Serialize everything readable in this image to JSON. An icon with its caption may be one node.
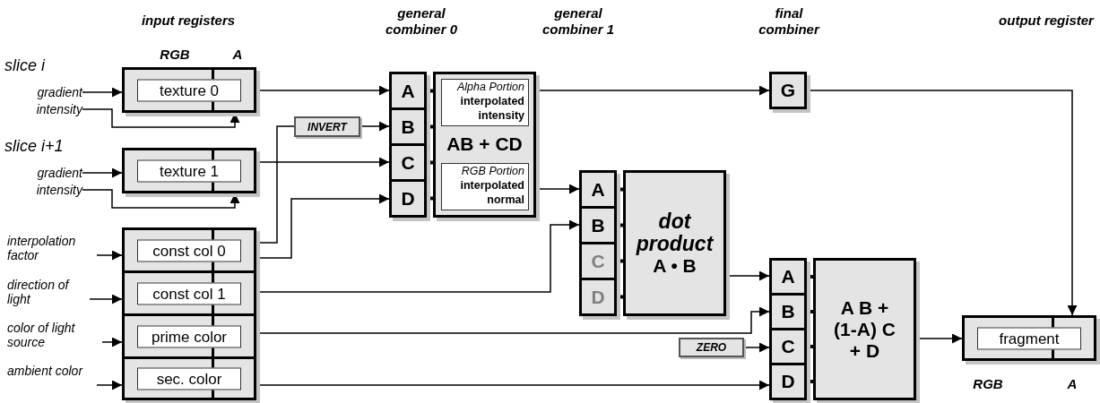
{
  "diagram": {
    "nodes": [
      {
        "text": [
          "gradient"
        ]
      },
      {
        "text": [
          "intensity"
        ]
      },
      {
        "text": [
          "gradient"
        ]
      },
      {
        "text": [
          "intensity"
        ]
      },
      {
        "text": [
          "interpolation factor"
        ]
      },
      {
        "text": [
          "direction of light"
        ]
      },
      {
        "text": [
          "color of light source"
        ]
      },
      {
        "text": [
          "ambient color"
        ]
      },
      {
        "text": [
          "texture 0"
        ]
      },
      {
        "text": [
          "texture 1"
        ]
      },
      {
        "text": [
          "const col 0"
        ]
      },
      {
        "text": [
          "const col 1"
        ]
      },
      {
        "text": [
          "prime color"
        ]
      },
      {
        "text": [
          "sec. color"
        ]
      },
      {
        "text": [
          "INVERT"
        ]
      },
      {
        "text": [
          "A"
        ]
      },
      {
        "text": [
          "B"
        ]
      },
      {
        "text": [
          "C"
        ]
      },
      {
        "text": [
          "D"
        ]
      },
      {
        "text": [
          "AB + CD"
        ]
      },
      {
        "text": [
          "Alpha Portion",
          "interpolated intensity"
        ],
        "in": 19
      },
      {
        "text": [
          "RGB Portion",
          "interpolated normal"
        ],
        "in": 19
      },
      {
        "text": [
          "G"
        ]
      },
      {
        "text": [
          "A"
        ]
      },
      {
        "text": [
          "B"
        ]
      },
      {
        "text": [
          "C"
        ]
      },
      {
        "text": [
          "D"
        ]
      },
      {
        "text": [
          "dot product",
          "A • B"
        ]
      },
      {
        "text": [
          "ZERO"
        ]
      },
      {
        "text": [
          "A"
        ]
      },
      {
        "text": [
          "B"
        ]
      },
      {
        "text": [
          "C"
        ]
      },
      {
        "text": [
          "D"
        ]
      },
      {
        "text": [
          "A B + (1-A) C + D"
        ]
      },
      {
        "text": [
          "fragment"
        ]
      }
    ],
    "edges": [
      {
        "from": 0,
        "to": 8,
        "arrow": "to"
      },
      {
        "from": 1,
        "to": 8,
        "arrow": "to"
      },
      {
        "from": 2,
        "to": 9,
        "arrow": "to"
      },
      {
        "from": 3,
        "to": 9,
        "arrow": "to"
      },
      {
        "from": 4,
        "to": 10,
        "arrow": "to"
      },
      {
        "from": 5,
        "to": 11,
        "arrow": "to"
      },
      {
        "from": 6,
        "to": 12,
        "arrow": "to"
      },
      {
        "from": 7,
        "to": 13,
        "arrow": "to"
      },
      {
        "from": 8,
        "to": 15,
        "arrow": "to"
      },
      {
        "from": 10,
        "to": 14,
        "arrow": "none"
      },
      {
        "from": 14,
        "to": 16,
        "arrow": "to"
      },
      {
        "from": 9,
        "to": 17,
        "arrow": "to"
      },
      {
        "from": 10,
        "to": 18,
        "arrow": "to"
      },
      {
        "from": 11,
        "to": 24,
        "arrow": "to"
      },
      {
        "from": 12,
        "to": 30,
        "arrow": "to"
      },
      {
        "from": 28,
        "to": 31,
        "arrow": "to"
      },
      {
        "from": 13,
        "to": 32,
        "arrow": "to"
      },
      {
        "from": 20,
        "to": 22,
        "arrow": "to"
      },
      {
        "from": 21,
        "to": 23,
        "arrow": "to"
      },
      {
        "from": 27,
        "to": 29,
        "arrow": "to"
      },
      {
        "from": 33,
        "to": 34,
        "arrow": "to"
      },
      {
        "from": 22,
        "to": 34,
        "arrow": "to"
      },
      {
        "from": 15,
        "to": 19,
        "arrow": "none",
        "style": "thick"
      },
      {
        "from": 16,
        "to": 19,
        "arrow": "none",
        "style": "thick"
      },
      {
        "from": 17,
        "to": 19,
        "arrow": "none",
        "style": "thick"
      },
      {
        "from": 18,
        "to": 19,
        "arrow": "none",
        "style": "thick"
      },
      {
        "from": 23,
        "to": 27,
        "arrow": "none",
        "style": "thick"
      },
      {
        "from": 24,
        "to": 27,
        "arrow": "none",
        "style": "thick"
      },
      {
        "from": 25,
        "to": 27,
        "arrow": "none",
        "style": "thick"
      },
      {
        "from": 26,
        "to": 27,
        "arrow": "none",
        "style": "thick"
      },
      {
        "from": 29,
        "to": 33,
        "arrow": "none",
        "style": "thick"
      },
      {
        "from": 30,
        "to": 33,
        "arrow": "none",
        "style": "thick"
      },
      {
        "from": 31,
        "to": 33,
        "arrow": "none",
        "style": "thick"
      },
      {
        "from": 32,
        "to": 33,
        "arrow": "none",
        "style": "thick"
      }
    ],
    "labels": [
      "input registers",
      "general combiner 0",
      "general combiner 1",
      "final combiner",
      "output register",
      "RGB",
      "A",
      "slice i",
      "slice i+1",
      "RGB",
      "A"
    ]
  }
}
